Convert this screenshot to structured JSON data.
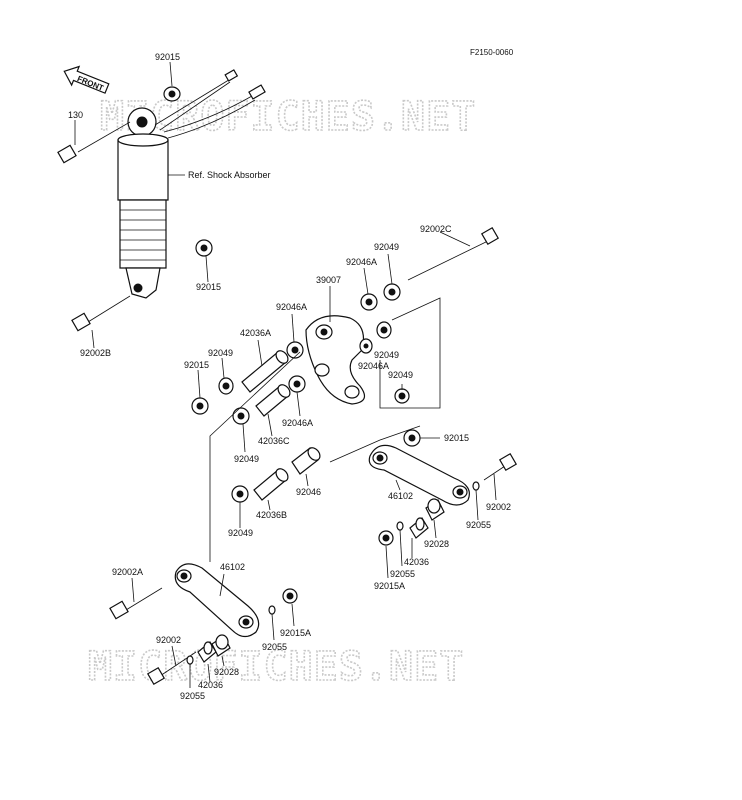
{
  "figure_code": "F2150-0060",
  "front_label": "FRONT",
  "ref_label": "Ref. Shock Absorber",
  "watermark": "MICROFICHES.NET",
  "parts": {
    "p92015_a": "92015",
    "p130": "130",
    "p92015_b": "92015",
    "p92002B": "92002B",
    "p92002C": "92002C",
    "p92049_a": "92049",
    "p92046A_a": "92046A",
    "p39007": "39007",
    "p92046A_b": "92046A",
    "p42036A": "42036A",
    "p92049_b": "92049",
    "p92015_c": "92015",
    "p92049_c": "92049",
    "p92046A_c": "92046A",
    "p92049_d": "92049",
    "p92046A_d": "92046A",
    "p42036C": "42036C",
    "p92049_e": "92049",
    "p92015_d": "92015",
    "p46102_a": "46102",
    "p92002_a": "92002",
    "p92046": "92046",
    "p42036B": "42036B",
    "p92049_f": "92049",
    "p92055_a": "92055",
    "p92028_a": "92028",
    "p42036_a": "42036",
    "p92055_b": "92055",
    "p92015A_a": "92015A",
    "p92002A": "92002A",
    "p46102_b": "46102",
    "p92002_b": "92002",
    "p92015A_b": "92015A",
    "p92055_c": "92055",
    "p92028_b": "92028",
    "p42036_b": "42036",
    "p92055_d": "92055"
  }
}
